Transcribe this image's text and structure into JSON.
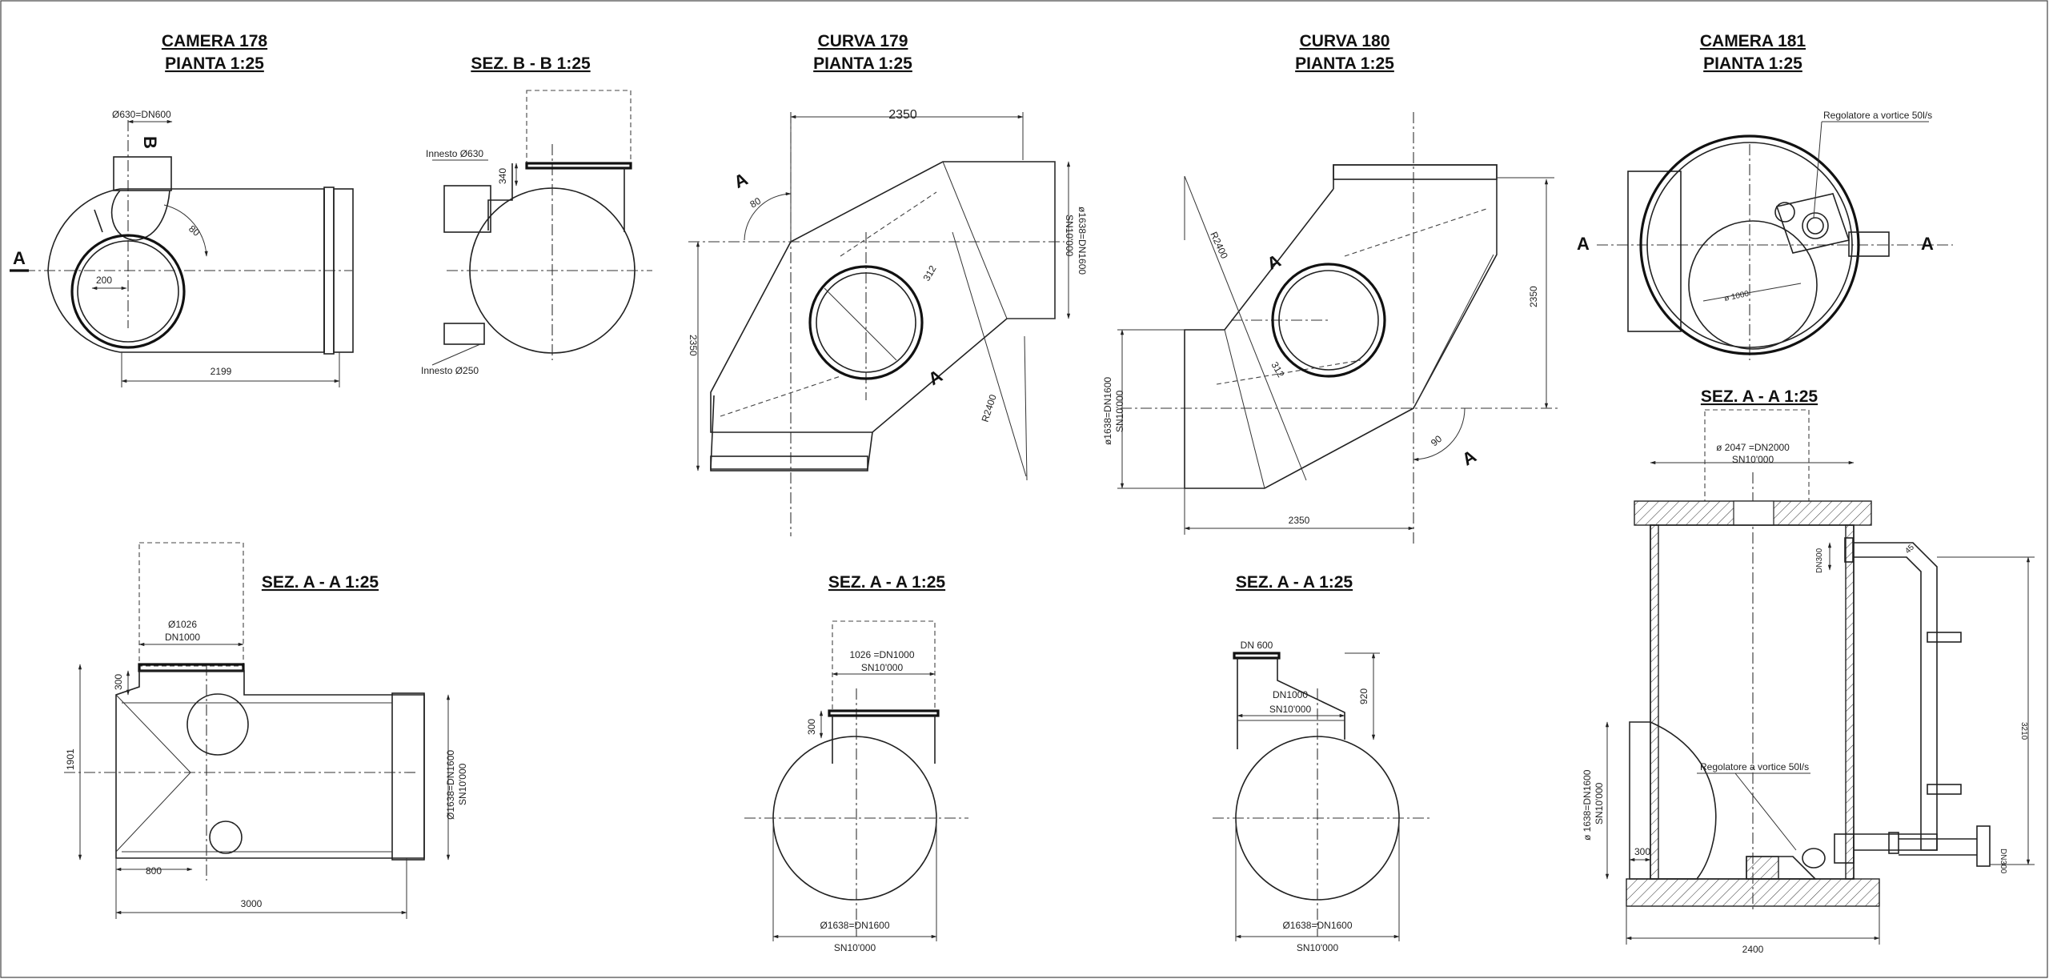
{
  "titles": {
    "camera178": [
      "CAMERA 178",
      "PIANTA   1:25"
    ],
    "sez_bb": "SEZ.   B - B   1:25",
    "curva179": [
      "CURVA  179",
      "PIANTA    1:25"
    ],
    "curva180": [
      "CURVA  180",
      "PIANTA    1:25"
    ],
    "camera181": [
      "CAMERA 181",
      "PIANTA    1:25"
    ],
    "sez_aa_178": "SEZ.   A - A   1:25",
    "sez_aa_179": "SEZ.   A - A   1:25",
    "sez_aa_180": "SEZ.   A - A   1:25",
    "sez_aa_181": "SEZ.   A - A   1:25"
  },
  "section_markers": {
    "a": "A",
    "b": "B"
  },
  "labels": {
    "c178_pipe": "Ø630=DN600",
    "c178_80": "80",
    "c178_200": "200",
    "c178_2199": "2199",
    "bb_innesto630": "Innesto Ø630",
    "bb_innesto250": "Innesto Ø250",
    "bb_340": "340",
    "c179_2350_top": "2350",
    "c179_80": "80",
    "c179_dn": "ø1638=DN1600",
    "c179_sn": "SN10'000",
    "c179_312": "312",
    "c179_2350_left": "2350",
    "c179_r2400": "R2400",
    "c180_r2400": "R2400",
    "c180_312": "312",
    "c180_2350_right": "2350",
    "c180_dn": "ø1638=DN1600",
    "c180_sn": "SN10'000",
    "c180_90": "90",
    "c180_2350_bottom": "2350",
    "c181_regolatore": "Regolatore a vortice 50l/s",
    "c181_1000": "ø 1000",
    "s178_1026": "Ø1026",
    "s178_dn1000": "DN1000",
    "s178_300": "300",
    "s178_1901": "1901",
    "s178_dn1600": "Ø1638=DN1600",
    "s178_sn": "SN10'000",
    "s178_800": "800",
    "s178_3000": "3000",
    "s179_1026": "1026 =DN1000",
    "s179_sn_top": "SN10'000",
    "s179_300": "300",
    "s179_dn1600": "Ø1638=DN1600",
    "s179_sn_bottom": "SN10'000",
    "s180_dn600": "DN 600",
    "s180_dn1000": "DN1000",
    "s180_sn_top": "SN10'000",
    "s180_920": "920",
    "s180_dn1600": "Ø1638=DN1600",
    "s180_sn_bottom": "SN10'000",
    "s181_2047": "ø 2047 =DN2000",
    "s181_sn_top": "SN10'000",
    "s181_dn300_top": "DN300",
    "s181_45": "45",
    "s181_3210": "3210",
    "s181_regolatore": "Regolatore a vortice 50l/s",
    "s181_dn1600": "ø 1638=DN1600",
    "s181_sn_left": "SN10'000",
    "s181_300": "300",
    "s181_dn300_bottom": "DN300",
    "s181_2400": "2400"
  }
}
